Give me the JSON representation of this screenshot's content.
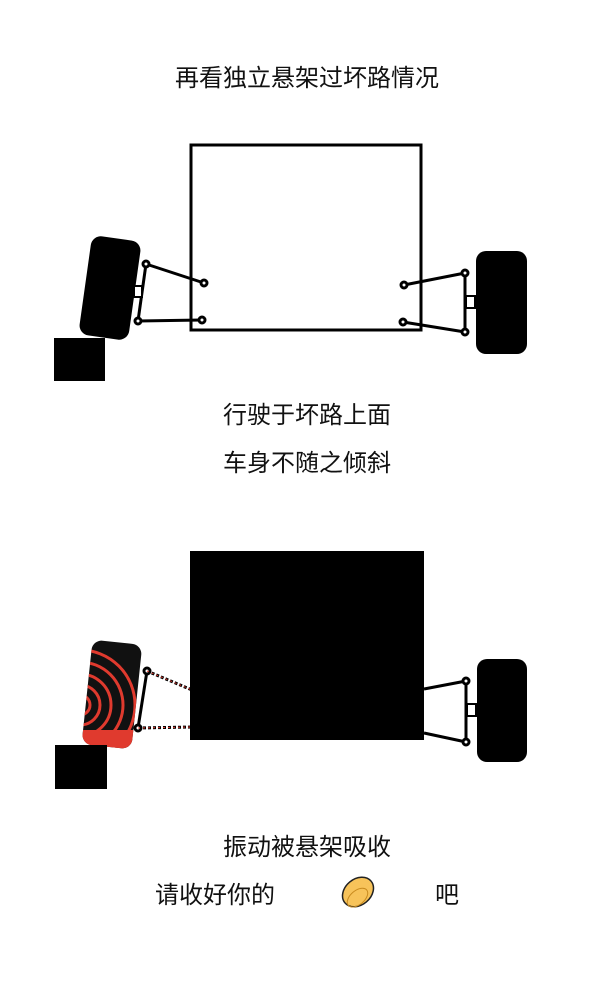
{
  "title": "再看独立悬架过坏路情况",
  "caption1": {
    "line1": "行驶于坏路上面",
    "line2": "车身不随之倾斜"
  },
  "caption2": {
    "line1": "振动被悬架吸收",
    "line2_prefix": "请收好你的",
    "line2_icon": "golden-egg-icon",
    "line2_suffix": "吧"
  },
  "colors": {
    "ink": "#000000",
    "wheel_stripe": "#e03a2e",
    "egg": "#f7c35a"
  }
}
